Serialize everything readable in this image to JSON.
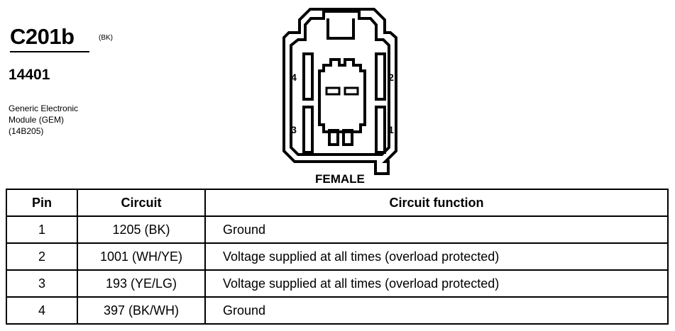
{
  "connector": {
    "id": "C201b",
    "color_code": "(BK)",
    "part_number": "14401",
    "description_lines": [
      "Generic Electronic",
      "Module (GEM)",
      "(14B205)"
    ],
    "gender_label": "FEMALE",
    "pin_labels": {
      "p1": "1",
      "p2": "2",
      "p3": "3",
      "p4": "4"
    }
  },
  "table": {
    "headers": {
      "pin": "Pin",
      "circuit": "Circuit",
      "function": "Circuit function"
    },
    "rows": [
      {
        "pin": "1",
        "circuit": "1205 (BK)",
        "function": "Ground"
      },
      {
        "pin": "2",
        "circuit": "1001 (WH/YE)",
        "function": "Voltage supplied at all times (overload protected)"
      },
      {
        "pin": "3",
        "circuit": "193 (YE/LG)",
        "function": "Voltage supplied at all times (overload protected)"
      },
      {
        "pin": "4",
        "circuit": "397 (BK/WH)",
        "function": "Ground"
      }
    ]
  }
}
